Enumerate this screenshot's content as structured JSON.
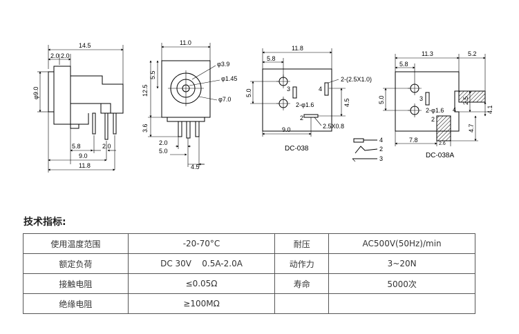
{
  "drawing": {
    "side_view": {
      "dims": {
        "overall_length": "14.5",
        "seg_a": "2.0",
        "seg_b": "2.0",
        "diameter": "φ9.0",
        "pin_a": "5.8",
        "pin_b": "2.0",
        "pin_c": "9.0",
        "pin_d": "11.8"
      }
    },
    "front_view": {
      "dims": {
        "width": "11.0",
        "height": "12.5",
        "upper": "5.5",
        "lower": "3.6",
        "d1": "φ3.9",
        "d2": "φ1.45",
        "d3": "φ7.0",
        "pin_a": "2.0",
        "pin_b": "5.0",
        "pin_c": "4.5"
      }
    },
    "dc038": {
      "title": "DC-038",
      "dims": {
        "width": "11.8",
        "left": "5.8",
        "height": "5.0",
        "bottom": "9.0",
        "right": "4.5",
        "pad_small": "2-φ1.6",
        "pad_a": "2-(2.5X1.0)",
        "pad_b": "2.5X0.8"
      },
      "pins": {
        "p2": "2",
        "p3": "3",
        "p4": "4"
      }
    },
    "schematic": {
      "pins": [
        "4",
        "2",
        "3"
      ]
    },
    "dc038a": {
      "title": "DC-038A",
      "dims": {
        "width": "11.3",
        "ext": "5.2",
        "left": "5.8",
        "height": "5.0",
        "pad_small": "2-φ1.6",
        "v1": "2.5",
        "v2": "4.1",
        "v3": "4.7",
        "bottom": "7.8",
        "pad_w": "2.6"
      },
      "pins": {
        "p2": "2",
        "p3": "3",
        "p4": "4"
      }
    }
  },
  "spec": {
    "title": "技术指标:",
    "rows": [
      [
        "使用温度范围",
        "-20-70°C",
        "耐压",
        "AC500V(50Hz)/min"
      ],
      [
        "额定负荷",
        "DC 30V    0.5A-2.0A",
        "动作力",
        "3~20N"
      ],
      [
        "接触电阻",
        "≤0.05Ω",
        "寿命",
        "5000次"
      ],
      [
        "绝缘电阻",
        "≥100MΩ",
        "",
        ""
      ]
    ]
  }
}
